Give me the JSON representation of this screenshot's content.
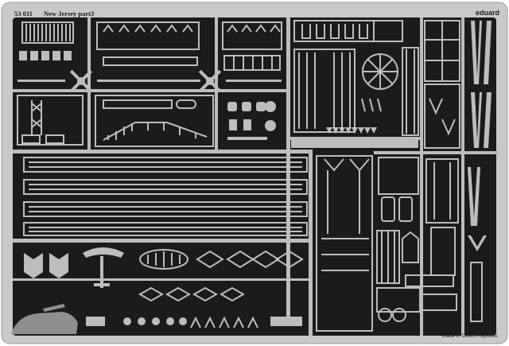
{
  "sheet": {
    "code": "53 011",
    "title": "New Jersey  part3",
    "brand": "eduard",
    "origin": "Made in Czech Republic",
    "colors": {
      "frame": "#c9c9c9",
      "field": "#1b1b1b",
      "metal": "#bdbdbd",
      "dark": "#141414"
    }
  }
}
